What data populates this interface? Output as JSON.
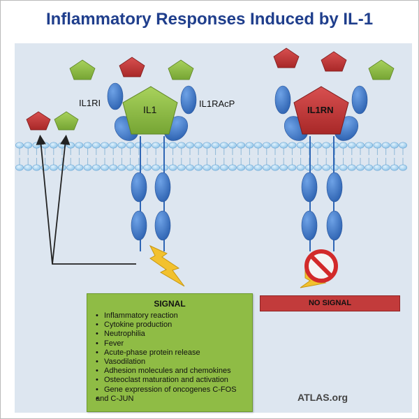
{
  "title": "Inflammatory Responses Induced by IL-1",
  "labels": {
    "il1ri": "IL1RI",
    "il1racp": "IL1RAcP",
    "il1": "IL1",
    "il1rn": "IL1RN"
  },
  "signal": {
    "heading": "SIGNAL",
    "items": [
      "Inflammatory reaction",
      "Cytokine production",
      "Neutrophilia",
      "Fever",
      "Acute-phase protein release",
      "Vasodilation",
      "Adhesion molecules and chemokines",
      "Osteoclast maturation and activation",
      "Gene expression of oncogenes C-FOS",
      "and C-JUN"
    ]
  },
  "no_signal": "NO SIGNAL",
  "watermark": "ATLAS.org",
  "colors": {
    "title": "#1f3e8c",
    "background_panel": "#dde6f0",
    "green_ligand": "#8fbc45",
    "red_ligand": "#c23b3b",
    "receptor_blue": "#3e78c8",
    "membrane_blue": "#a9d3f0",
    "bolt_yellow": "#f2c12e"
  },
  "icons": {
    "signal": "lightning-bolt-icon",
    "blocked": "prohibition-sign-icon"
  }
}
